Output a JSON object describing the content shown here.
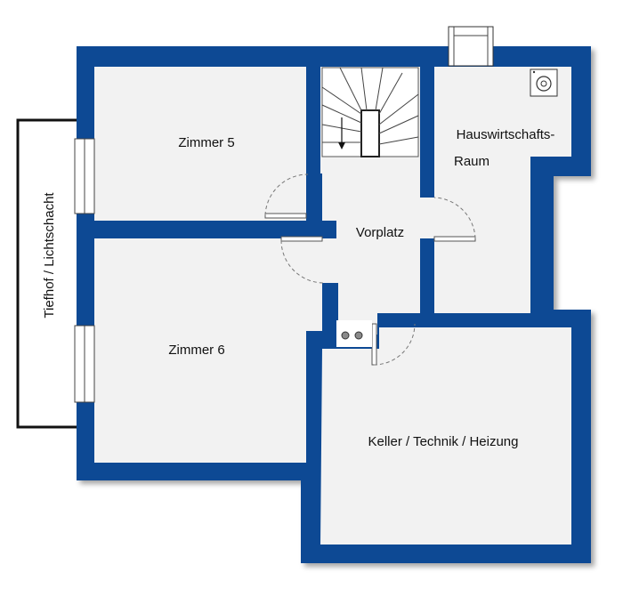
{
  "rooms": {
    "zimmer5": "Zimmer 5",
    "zimmer6": "Zimmer 6",
    "vorplatz": "Vorplatz",
    "hwr_line1": "Hauswirtschafts-",
    "hwr_line2": "Raum",
    "keller": "Keller / Technik / Heizung"
  },
  "outside": {
    "lightwell": "Tiefhof / Lichtschacht"
  },
  "colors": {
    "wall": "#0d4a94",
    "floor": "#f2f2f2"
  }
}
